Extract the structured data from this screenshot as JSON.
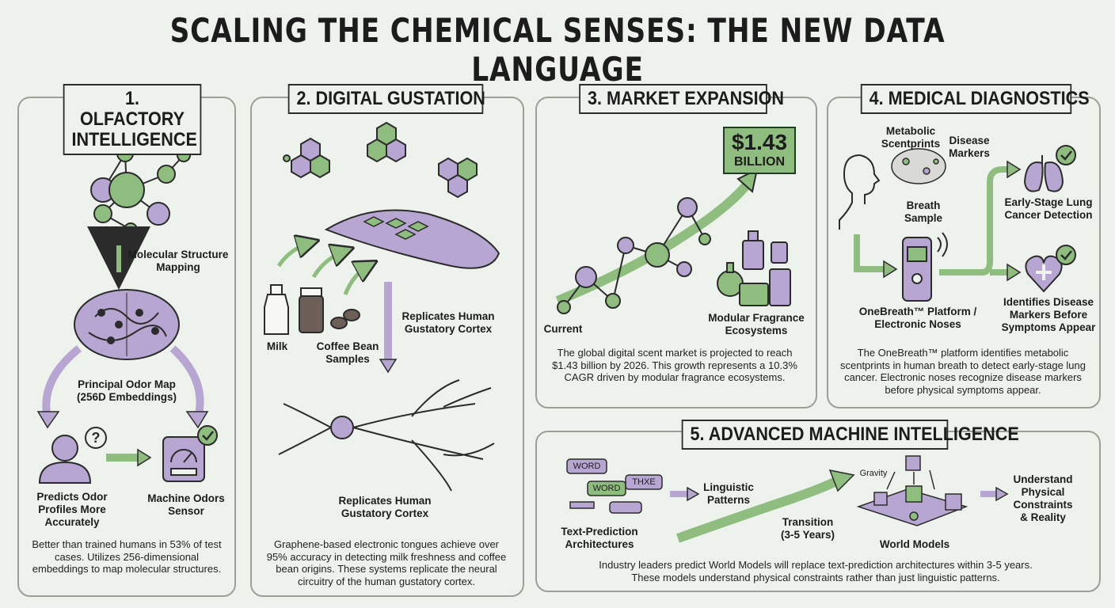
{
  "title": "SCALING THE CHEMICAL SENSES: THE NEW DATA LANGUAGE",
  "colors": {
    "purple": "#b8a6d2",
    "green": "#8fbd7f",
    "ink": "#2b2b2b",
    "background": "#eef2ec"
  },
  "panel1": {
    "heading": "1. OLFACTORY\nINTELLIGENCE",
    "molecular_mapping": "Molecular Structure\nMapping",
    "principal_map": "Principal Odor Map\n(256D Embeddings)",
    "predicts": "Predicts Odor\nProfiles More\nAccurately",
    "sensor": "Machine Odors\nSensor",
    "description": "Better than trained humans in 53% of test cases. Utilizes 256-dimensional embeddings to map molecular structures."
  },
  "panel2": {
    "heading": "2. DIGITAL GUSTATION",
    "milk": "Milk",
    "coffee": "Coffee Bean\nSamples",
    "cortex_upper": "Replicates Human\nGustatory Cortex",
    "cortex_lower": "Replicates Human\nGustatory Cortex",
    "description": "Graphene-based electronic tongues achieve over 95% accuracy in detecting milk freshness and coffee bean origins. These systems replicate the neural circuitry of the human gustatory cortex."
  },
  "panel3": {
    "heading": "3. MARKET EXPANSION",
    "price_value": "$1.43",
    "price_unit": "BILLION",
    "current": "Current",
    "modular": "Modular Fragrance\nEcosystems",
    "description": "The global digital scent market is projected to reach $1.43 billion by 2026. This growth represents a 10.3% CAGR driven by modular fragrance ecosystems."
  },
  "panel4": {
    "heading": "4. MEDICAL DIAGNOSTICS",
    "scentprints": "Metabolic\nScentprints",
    "disease_markers": "Disease\nMarkers",
    "breath_sample": "Breath\nSample",
    "lung": "Early-Stage Lung\nCancer Detection",
    "identifies": "Identifies Disease\nMarkers Before\nSymptoms Appear",
    "platform": "OneBreath™ Platform /\nElectronic Noses",
    "description": "The OneBreath™ platform identifies metabolic scentprints in human breath to detect early-stage lung cancer. Electronic noses recognize disease markers before physical symptoms appear."
  },
  "panel5": {
    "heading": "5. ADVANCED MACHINE INTELLIGENCE",
    "bubbles": [
      "WORD",
      "WORD",
      "THXE"
    ],
    "text_prediction": "Text-Prediction\nArchitectures",
    "linguistic": "Linguistic\nPatterns",
    "transition": "Transition\n(3-5 Years)",
    "gravity": "Gravity",
    "world_models": "World Models",
    "understand": "Understand\nPhysical\nConstraints\n& Reality",
    "description": "Industry leaders predict World Models will replace text-prediction architectures within 3-5 years. These models understand physical constraints rather than just linguistic patterns."
  }
}
